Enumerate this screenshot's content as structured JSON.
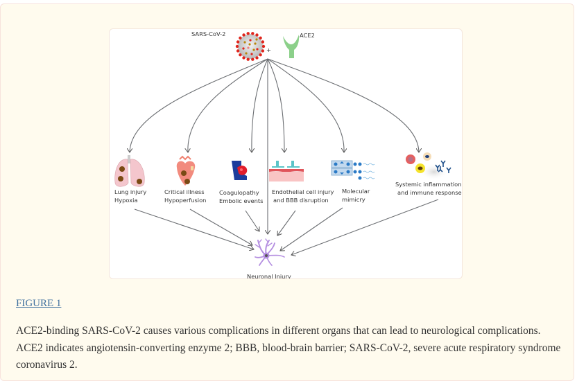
{
  "figure": {
    "top_labels": {
      "virus": "SARS-CoV-2",
      "receptor": "ACE2",
      "plus": "+"
    },
    "pathways": [
      {
        "line1": "Lung injury",
        "line2": "Hypoxia",
        "icon": "lungs-icon"
      },
      {
        "line1": "Critical illness",
        "line2": "Hypoperfusion",
        "icon": "heart-icon"
      },
      {
        "line1": "Coagulopathy",
        "line2": "Embolic events",
        "icon": "blood-clot-icon"
      },
      {
        "line1": "Endothelial cell injury",
        "line2": "and BBB disruption",
        "icon": "endothelium-icon"
      },
      {
        "line1": "Molecular",
        "line2": "mimicry",
        "icon": "molecular-mimicry-icon"
      },
      {
        "line1": "Systemic inflammation",
        "line2": "and immune response",
        "icon": "immune-cells-icon"
      }
    ],
    "outcome": "Neuronal Injury",
    "colors": {
      "arrow": "#6b6e72",
      "ace2": "#8cd08a",
      "virus_spike": "#e0251c",
      "neuron": "#b48ee0"
    }
  },
  "caption": {
    "link_label": "FIGURE 1",
    "text": "ACE2-binding SARS-CoV-2 causes various complications in different organs that can lead to neurological complications. ACE2 indicates angiotensin-converting enzyme 2; BBB, blood-brain barrier; SARS-CoV-2, severe acute respiratory syndrome coronavirus 2."
  }
}
